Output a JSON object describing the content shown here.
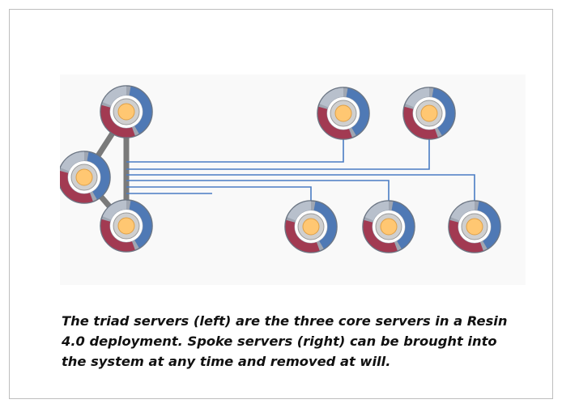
{
  "caption": "The triad servers (left) are the three core servers in a Resin 4.0 deployment. Spoke servers (right) can be brought into the system at any time and removed at will.",
  "colors": {
    "triad_link": "#7a7a7a",
    "spoke_link": "#4a7cc4",
    "ring_blue": "#4f79b5",
    "ring_red": "#a23a52",
    "ring_gray": "#9fa6b2",
    "hub_gray": "#cfcfcf",
    "core_orange": "#ffc772"
  },
  "diagram": {
    "triad_server_count": 3,
    "spoke_server_count": 5,
    "server_icon": "server-node-icon"
  }
}
